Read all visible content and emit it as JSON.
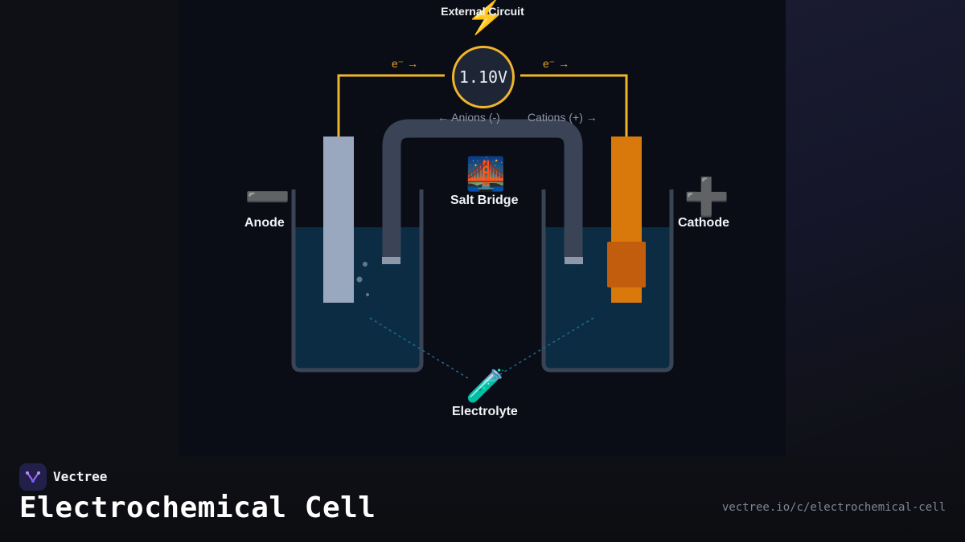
{
  "diagram": {
    "external_circuit_label": "External Circuit",
    "voltage": "1.10V",
    "electron_flow_left": "e⁻ →",
    "electron_flow_right": "e⁻ →",
    "anions_label": "← Anions (-)",
    "cations_label": "Cations (+) →",
    "salt_bridge_label": "Salt Bridge",
    "anode_label": "Anode",
    "cathode_label": "Cathode",
    "electrolyte_label": "Electrolyte",
    "icons": {
      "bolt": "⚡",
      "minus": "➖",
      "plus": "➕",
      "bridge": "🌉",
      "test_tube": "🧪"
    },
    "colors": {
      "wire": "#f0b52a",
      "anode": "#9aa8bf",
      "cathode": "#d9790c",
      "solution": "#0c2c44",
      "bridge": "#3a4456"
    }
  },
  "footer": {
    "brand": "Vectree",
    "title": "Electrochemical Cell",
    "url": "vectree.io/c/electrochemical-cell"
  }
}
